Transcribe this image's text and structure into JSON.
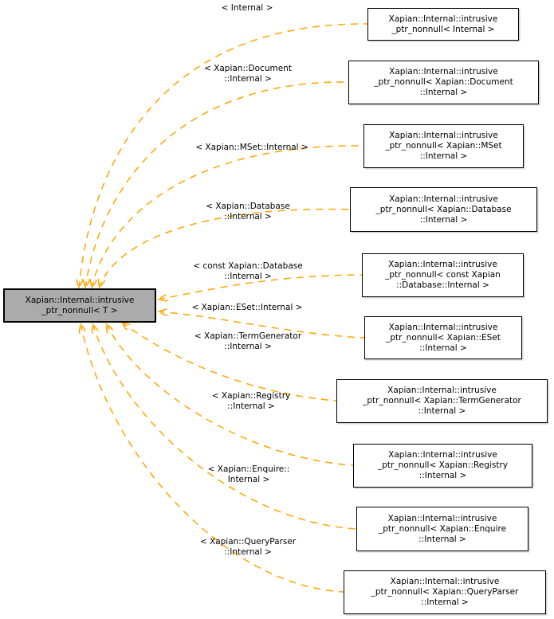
{
  "graph": {
    "title": "Template instantiation graph for Xapian::Internal::intrusive_ptr_nonnull< T >",
    "colors": {
      "edge": "#ffa500",
      "center_node_fill": "#ababab",
      "node_fill": "#ffffff",
      "node_border": "#000000",
      "text": "#000000",
      "background": "#ffffff"
    },
    "center": {
      "lines": [
        "Xapian::Internal::intrusive",
        "_ptr_nonnull< T >"
      ]
    },
    "nodes": [
      {
        "id": "internal",
        "lines": [
          "Xapian::Internal::intrusive",
          "_ptr_nonnull< Internal >"
        ]
      },
      {
        "id": "document",
        "lines": [
          "Xapian::Internal::intrusive",
          "_ptr_nonnull< Xapian::Document",
          "::Internal >"
        ]
      },
      {
        "id": "mset",
        "lines": [
          "Xapian::Internal::intrusive",
          "_ptr_nonnull< Xapian::MSet",
          "::Internal >"
        ]
      },
      {
        "id": "database",
        "lines": [
          "Xapian::Internal::intrusive",
          "_ptr_nonnull< Xapian::Database",
          "::Internal >"
        ]
      },
      {
        "id": "const-database",
        "lines": [
          "Xapian::Internal::intrusive",
          "_ptr_nonnull< const Xapian",
          "::Database::Internal >"
        ]
      },
      {
        "id": "eset",
        "lines": [
          "Xapian::Internal::intrusive",
          "_ptr_nonnull< Xapian::ESet",
          "::Internal >"
        ]
      },
      {
        "id": "termgenerator",
        "lines": [
          "Xapian::Internal::intrusive",
          "_ptr_nonnull< Xapian::TermGenerator",
          "::Internal >"
        ]
      },
      {
        "id": "registry",
        "lines": [
          "Xapian::Internal::intrusive",
          "_ptr_nonnull< Xapian::Registry",
          "::Internal >"
        ]
      },
      {
        "id": "enquire",
        "lines": [
          "Xapian::Internal::intrusive",
          "_ptr_nonnull< Xapian::Enquire",
          "::Internal >"
        ]
      },
      {
        "id": "queryparser",
        "lines": [
          "Xapian::Internal::intrusive",
          "_ptr_nonnull< Xapian::QueryParser",
          "::Internal >"
        ]
      }
    ],
    "edge_labels": [
      {
        "id": "internal",
        "lines": [
          "< Internal >"
        ]
      },
      {
        "id": "document",
        "lines": [
          "< Xapian::Document",
          "::Internal >"
        ]
      },
      {
        "id": "mset",
        "lines": [
          "< Xapian::MSet::Internal >"
        ]
      },
      {
        "id": "database",
        "lines": [
          "< Xapian::Database",
          "::Internal >"
        ]
      },
      {
        "id": "const-database",
        "lines": [
          "< const Xapian::Database",
          "::Internal >"
        ]
      },
      {
        "id": "eset",
        "lines": [
          "< Xapian::ESet::Internal >"
        ]
      },
      {
        "id": "termgenerator",
        "lines": [
          "< Xapian::TermGenerator",
          "::Internal >"
        ]
      },
      {
        "id": "registry",
        "lines": [
          "< Xapian::Registry",
          "::Internal >"
        ]
      },
      {
        "id": "enquire",
        "lines": [
          "< Xapian::Enquire::",
          "Internal >"
        ]
      },
      {
        "id": "queryparser",
        "lines": [
          "< Xapian::QueryParser",
          "::Internal >"
        ]
      }
    ]
  }
}
